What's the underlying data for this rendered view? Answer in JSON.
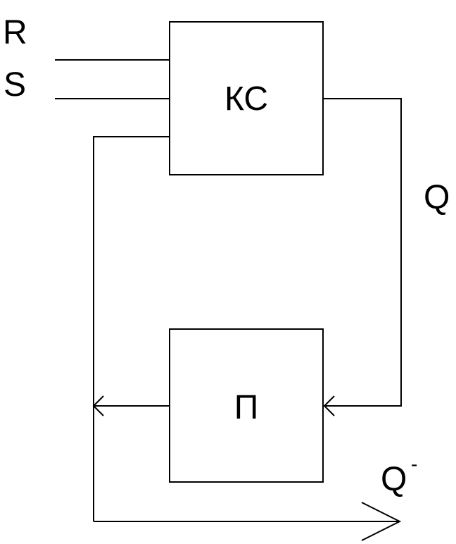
{
  "diagram": {
    "inputs": {
      "r_label": "R",
      "s_label": "S"
    },
    "blocks": {
      "ks_label": "КС",
      "p_label": "П"
    },
    "outputs": {
      "q_label": "Q",
      "q_bar_label": "Q",
      "q_bar_superscript": "-"
    },
    "colors": {
      "line": "#000000",
      "background": "#ffffff"
    }
  }
}
